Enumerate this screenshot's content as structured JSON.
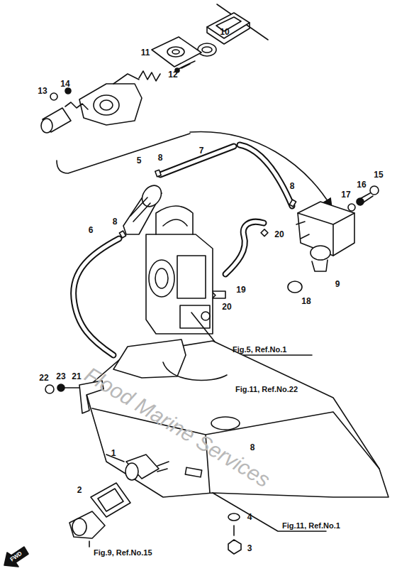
{
  "diagram": {
    "labels": [
      "10",
      "11",
      "12",
      "13",
      "14",
      "7",
      "8",
      "5",
      "6",
      "8",
      "8",
      "15",
      "16",
      "17",
      "20",
      "9",
      "18",
      "19",
      "20",
      "Fig.5, Ref.No.1",
      "22",
      "23",
      "21",
      "Fig.11, Ref.No.22",
      "8",
      "1",
      "2",
      "4",
      "Fig.11, Ref.No.1",
      "3",
      "Fig.9, Ref.No.15",
      "FWD",
      "Flood Marine Services"
    ]
  }
}
